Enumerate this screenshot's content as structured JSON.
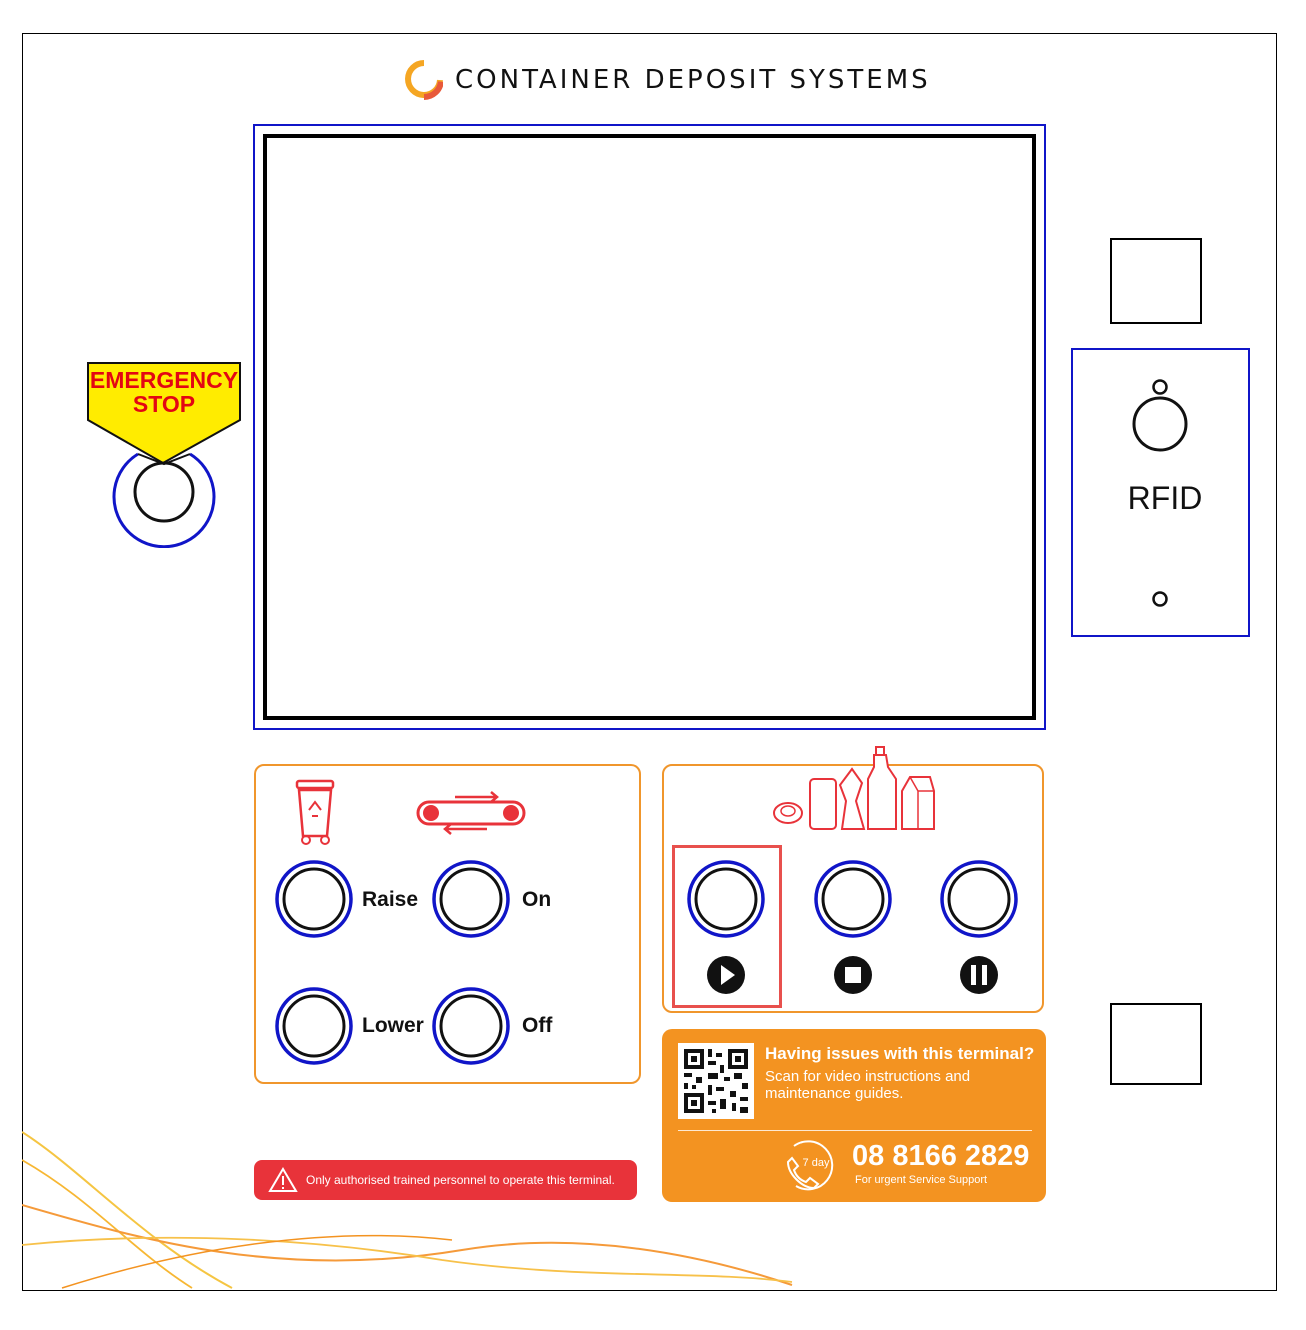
{
  "brand": {
    "name": "CONTAINER DEPOSIT SYSTEMS",
    "logo_icon": "cds-logo-icon"
  },
  "emergency": {
    "line1": "EMERGENCY",
    "line2": "STOP",
    "tag_color": "#ffec00",
    "text_color": "#e30613"
  },
  "rfid": {
    "label": "RFID"
  },
  "bin_controls": {
    "icons": [
      "wheelie-bin-icon",
      "conveyor-icon"
    ],
    "buttons": [
      {
        "label": "Raise"
      },
      {
        "label": "On"
      },
      {
        "label": "Lower"
      },
      {
        "label": "Off"
      }
    ]
  },
  "process_controls": {
    "icons": [
      "containers-icon"
    ],
    "buttons": [
      {
        "icon": "play-icon",
        "selected": true
      },
      {
        "icon": "stop-icon"
      },
      {
        "icon": "pause-icon"
      }
    ]
  },
  "help": {
    "title": "Having issues with this terminal?",
    "subtitle": "Scan for video instructions and maintenance guides.",
    "badge": "7 day",
    "phone": "08 8166 2829",
    "phone_note": "For urgent Service Support"
  },
  "warning": {
    "text": "Only authorised trained personnel to operate this terminal."
  },
  "colors": {
    "accent_blue": "#1015c8",
    "panel_orange": "#f0962c",
    "help_orange": "#f39321",
    "warning_red": "#e8333a",
    "icon_red": "#e8333a"
  }
}
